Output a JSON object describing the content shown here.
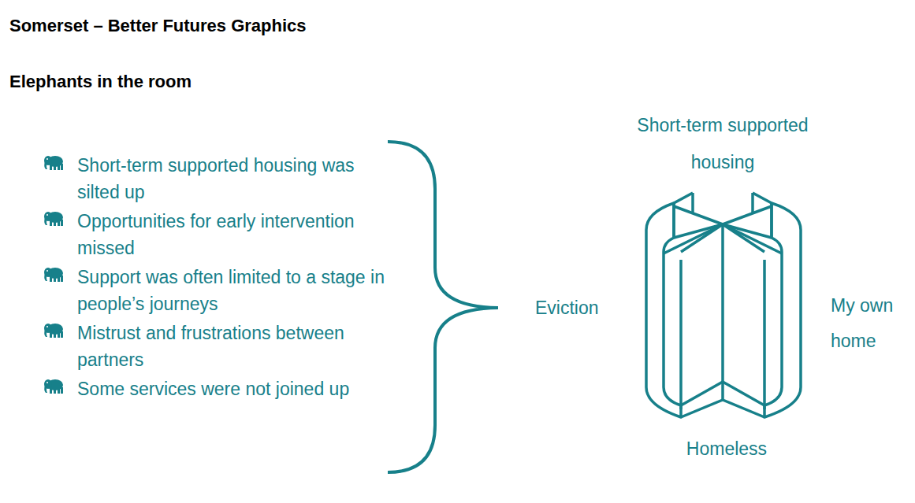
{
  "diagram": {
    "title": "Somerset – Better Futures Graphics",
    "labels": [
      "Elephants in the room",
      "Short-term supported housing was silted up",
      "Opportunities for early intervention missed",
      "Support was often limited to a stage in people’s journeys",
      "Mistrust and frustrations between partners",
      "Some services were not joined up",
      "Short-term supported housing",
      "Eviction",
      "My own home",
      "Homeless"
    ]
  }
}
